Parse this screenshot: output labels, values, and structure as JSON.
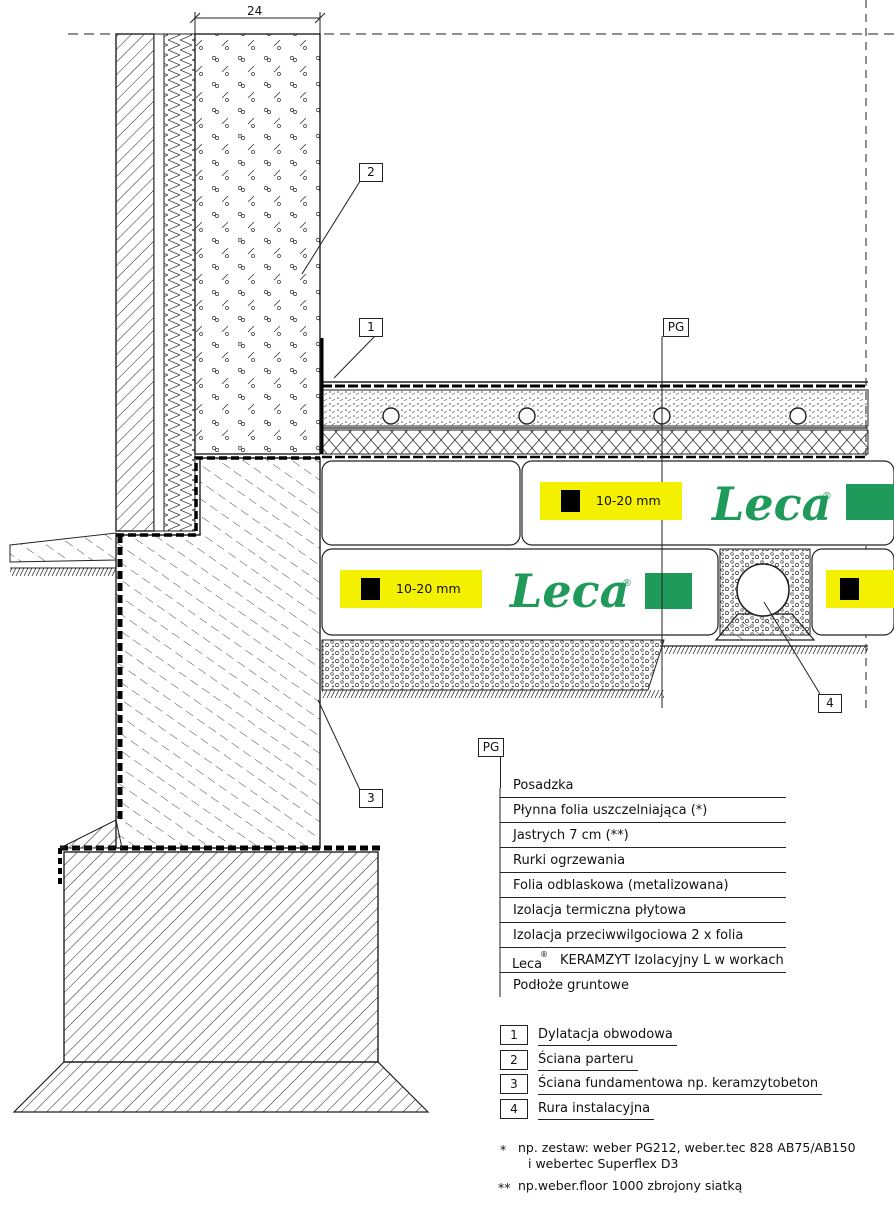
{
  "dimension": {
    "value": "24"
  },
  "tags": {
    "pg_top": "PG",
    "pg_legend": "PG",
    "callout1": "1",
    "callout2": "2",
    "callout3": "3",
    "callout4": "4"
  },
  "badges": {
    "size_label": "10-20 mm"
  },
  "brand": {
    "name": "Leca",
    "reg": "®",
    "color": "#1f9a5a",
    "badge_color": "#f3f000"
  },
  "layers": [
    "Posadzka",
    "Płynna folia uszczelniająca (*)",
    "Jastrych 7 cm (**)",
    "Rurki ogrzewania",
    "Folia odblaskowa (metalizowana)",
    "Izolacja termiczna płytowa",
    "Izolacja przeciwwilgociowa 2 x folia",
    "KERAMZYT Izolacyjny L w workach",
    "Podłoże gruntowe"
  ],
  "legend": [
    {
      "num": "1",
      "label": "Dylatacja obwodowa"
    },
    {
      "num": "2",
      "label": "Ściana parteru"
    },
    {
      "num": "3",
      "label": "Ściana fundamentowa np. keramzytobeton"
    },
    {
      "num": "4",
      "label": "Rura instalacyjna"
    }
  ],
  "notes": {
    "n1_mark": "*",
    "n1_line1": "np. zestaw: weber PG212, weber.tec 828 AB75/AB150",
    "n1_line2": "i webertec Superflex D3",
    "n2_mark": "**",
    "n2_line1": "np.weber.floor 1000 zbrojony siatką"
  }
}
